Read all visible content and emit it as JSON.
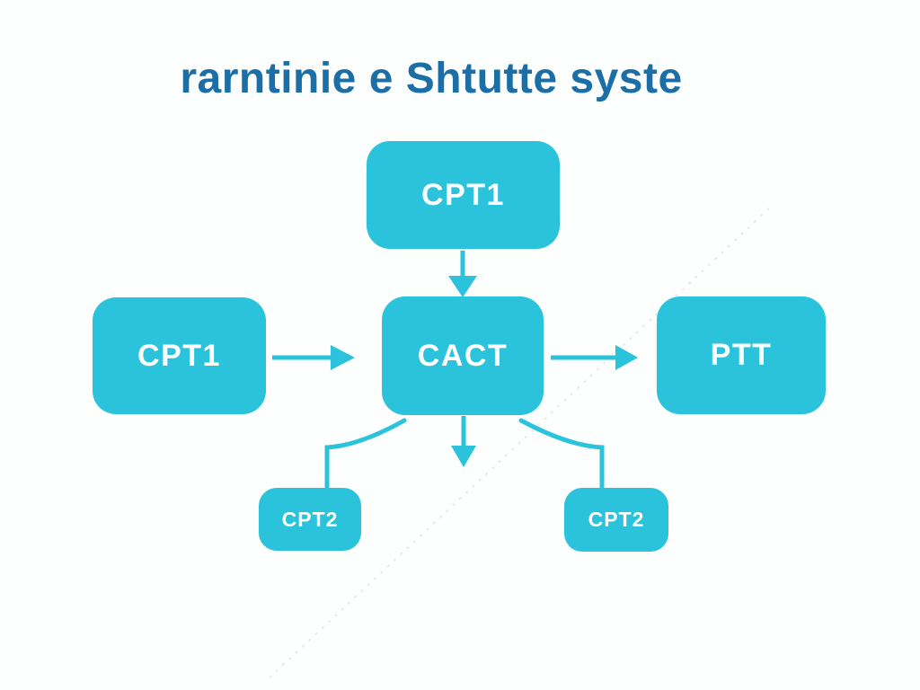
{
  "title": "rarntinie e Shtutte syste",
  "colors": {
    "node_fill": "#2bc2dc",
    "node_label": "#ffffff",
    "title_text": "#1c6fa6",
    "connector": "#2bc2dc",
    "background": "#fdfefe",
    "faint_dashed_line": "#e7eaed"
  },
  "diagram": {
    "nodes": [
      {
        "id": "cpt1-top",
        "label": "CPT1"
      },
      {
        "id": "cpt1-left",
        "label": "CPT1"
      },
      {
        "id": "cact",
        "label": "CACT"
      },
      {
        "id": "ptt",
        "label": "PTT"
      },
      {
        "id": "cpt2-left",
        "label": "CPT2"
      },
      {
        "id": "cpt2-right",
        "label": "CPT2"
      }
    ],
    "edges": [
      {
        "from": "cpt1-top",
        "to": "cact",
        "type": "arrow-down"
      },
      {
        "from": "cpt1-left",
        "to": "cact",
        "type": "arrow-right"
      },
      {
        "from": "cact",
        "to": "ptt",
        "type": "arrow-right"
      },
      {
        "from": "cact",
        "to": "",
        "type": "arrow-down-open"
      },
      {
        "from": "cact",
        "to": "cpt2-left",
        "type": "curved-line"
      },
      {
        "from": "cact",
        "to": "cpt2-right",
        "type": "curved-line"
      }
    ]
  }
}
